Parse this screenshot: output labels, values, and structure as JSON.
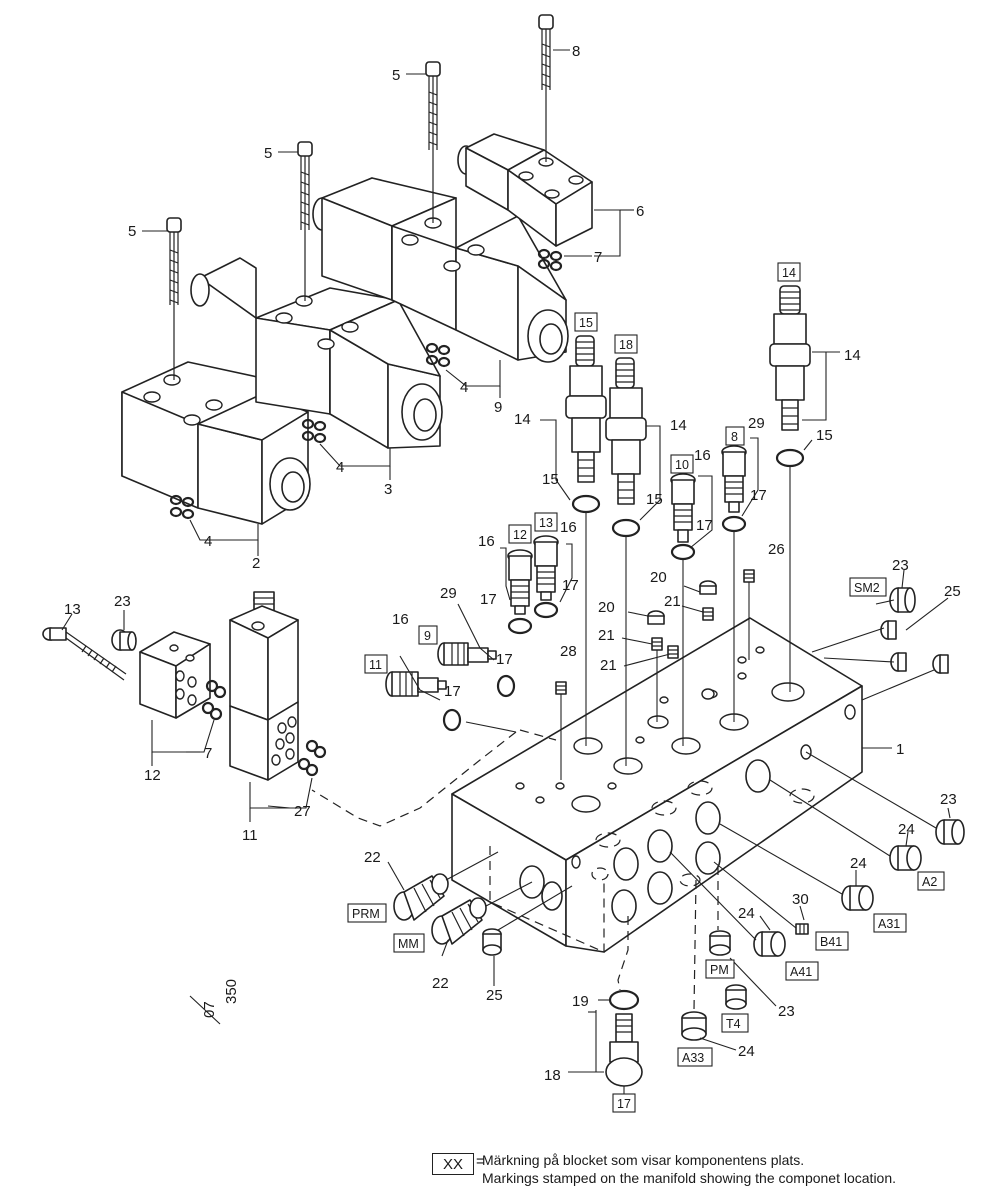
{
  "labels": {
    "n1": "1",
    "n2": "2",
    "n3": "3",
    "n4a": "4",
    "n4b": "4",
    "n4c": "4",
    "n5a": "5",
    "n5b": "5",
    "n5c": "5",
    "n6": "6",
    "n7a": "7",
    "n7b": "7",
    "n8": "8",
    "n9": "9",
    "n11": "11",
    "n12": "12",
    "n13": "13",
    "n14a": "14",
    "n14b": "14",
    "n14c": "14",
    "n15a": "15",
    "n15b": "15",
    "n15c": "15",
    "n16a": "16",
    "n16b": "16",
    "n16c": "16",
    "n16d": "16",
    "n17a": "17",
    "n17b": "17",
    "n17c": "17",
    "n17d": "17",
    "n17e": "17",
    "n17f": "17",
    "n18": "18",
    "n19": "19",
    "n20a": "20",
    "n20b": "20",
    "n21a": "21",
    "n21b": "21",
    "n21c": "21",
    "n22a": "22",
    "n22b": "22",
    "n23a": "23",
    "n23b": "23",
    "n23c": "23",
    "n23d": "23",
    "n24a": "24",
    "n24b": "24",
    "n24c": "24",
    "n24d": "24",
    "n25a": "25",
    "n25b": "25",
    "n26": "26",
    "n27": "27",
    "n28": "28",
    "n29a": "29",
    "n29b": "29",
    "n30": "30"
  },
  "boxed_labels": {
    "b14": "14",
    "b15": "15",
    "b18": "18",
    "b8": "8",
    "b10": "10",
    "b12": "12",
    "b13": "13",
    "b9": "9",
    "b11": "11",
    "b17": "17",
    "sm2": "SM2",
    "a2": "A2",
    "a31": "A31",
    "b41": "B41",
    "a41": "A41",
    "pm": "PM",
    "t4": "T4",
    "a33": "A33",
    "prm": "PRM",
    "mm": "MM"
  },
  "legend": {
    "box": "XX",
    "equals": "=",
    "line_sv": "Märkning på blocket som visar komponentens plats.",
    "line_en": "Markings stamped on the manifold showing the componet location."
  },
  "reference": {
    "top": "07",
    "bottom": "350"
  }
}
